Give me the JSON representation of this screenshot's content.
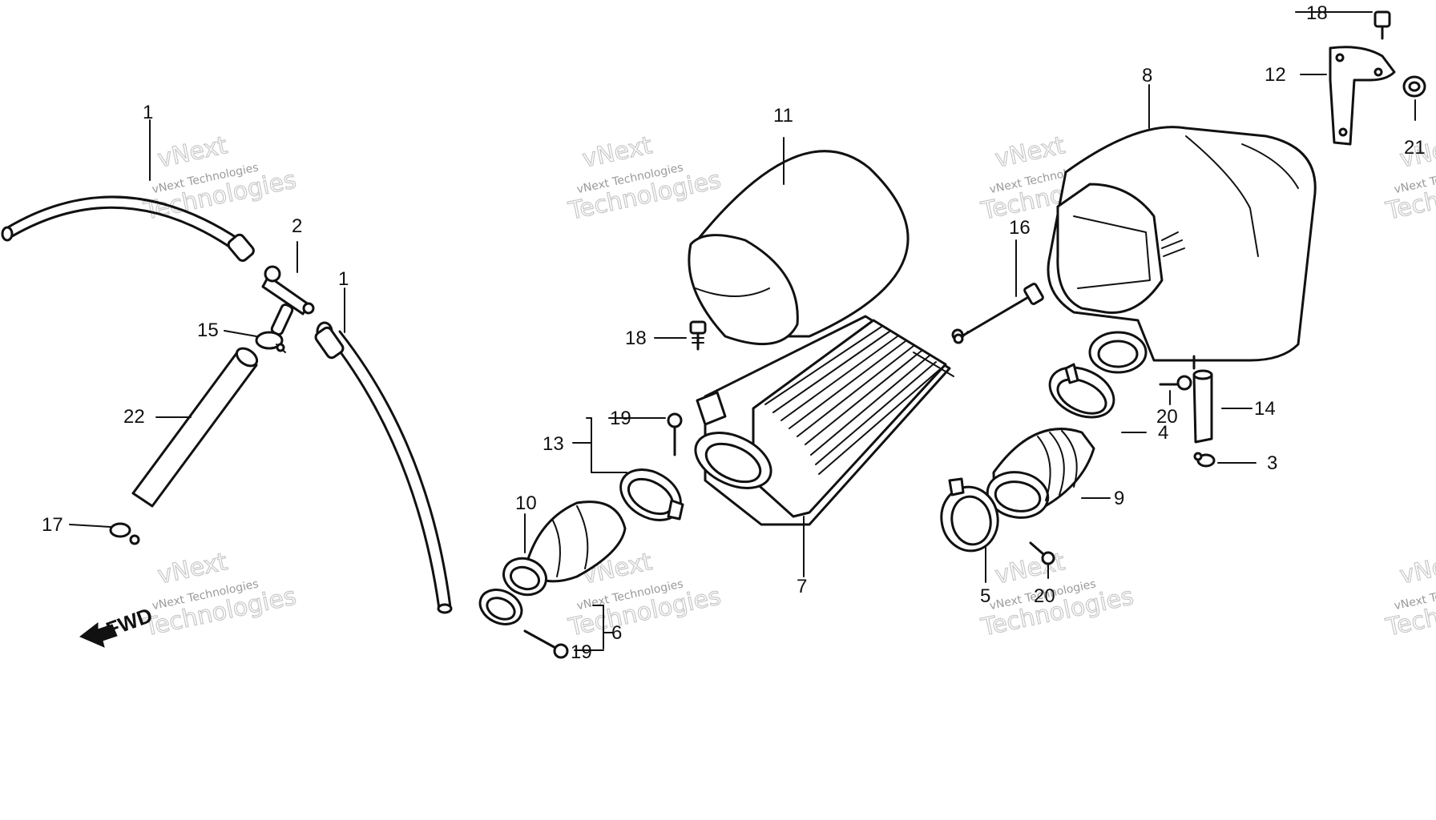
{
  "diagram": {
    "callouts": {
      "c1a": "1",
      "c1b": "1",
      "c2": "2",
      "c3": "3",
      "c4": "4",
      "c5": "5",
      "c6": "6",
      "c7": "7",
      "c8": "8",
      "c9": "9",
      "c10": "10",
      "c11": "11",
      "c12": "12",
      "c13": "13",
      "c14": "14",
      "c15": "15",
      "c16": "16",
      "c17": "17",
      "c18a": "18",
      "c18b": "18",
      "c19a": "19",
      "c19b": "19",
      "c20a": "20",
      "c20b": "20",
      "c21": "21",
      "c22": "22"
    },
    "fwd_label": "FWD"
  },
  "watermark": {
    "line1": "vNext",
    "line2": "vNext Technologies",
    "line3": "Technologies"
  }
}
